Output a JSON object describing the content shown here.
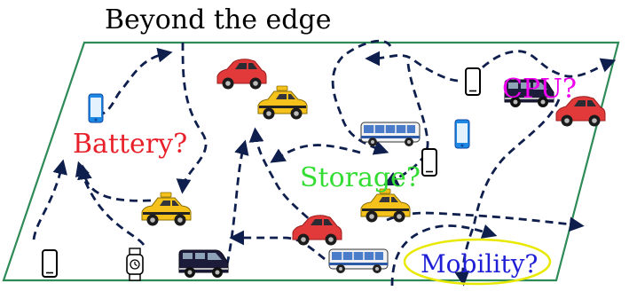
{
  "title": "Beyond the edge",
  "labels": {
    "cpu": "CPU?",
    "battery": "Battery?",
    "storage": "Storage?",
    "mobility": "Mobility?"
  },
  "colors": {
    "plane_border": "#2e8b57",
    "path": "#0f1f4d",
    "cpu": "#ee00ee",
    "battery": "#e8202a",
    "storage": "#33dd33",
    "mobility": "#1f1fd6",
    "mobility_ellipse": "#e8e800",
    "red_car": "#e23a3a",
    "taxi": "#f4c21a",
    "van": "#1c1c3a",
    "bus": "#f2f2f2",
    "phone_blue": "#1e88e5"
  },
  "icons": {
    "vehicles": [
      "red-car-icon",
      "taxi-icon",
      "van-icon",
      "bus-icon"
    ],
    "devices": [
      "smartphone-icon",
      "blue-phone-icon",
      "smartwatch-icon"
    ]
  }
}
